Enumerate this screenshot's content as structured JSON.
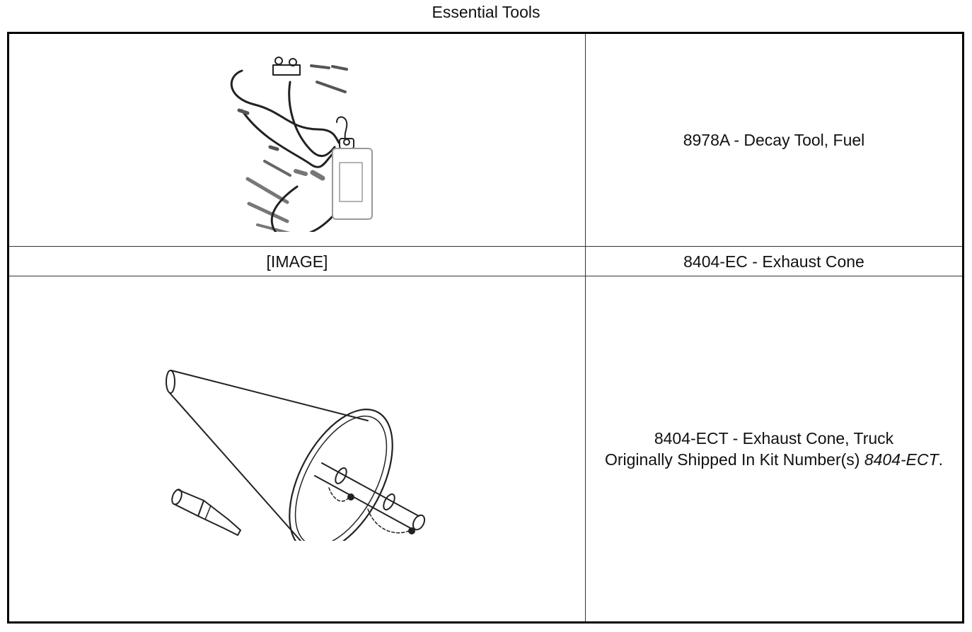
{
  "caption": "Essential Tools",
  "rows": [
    {
      "image_placeholder": "",
      "image_icon": "fuel-decay-tool-illustration-icon",
      "description": "8978A - Decay Tool, Fuel"
    },
    {
      "image_placeholder": "[IMAGE]",
      "description": "8404-EC - Exhaust Cone"
    },
    {
      "image_placeholder": "",
      "image_icon": "exhaust-cone-truck-illustration-icon",
      "description": "8404-ECT - Exhaust Cone, Truck",
      "kit_prefix": "Originally Shipped In Kit Number(s) ",
      "kit_number": "8404-ECT",
      "kit_suffix": "."
    }
  ]
}
